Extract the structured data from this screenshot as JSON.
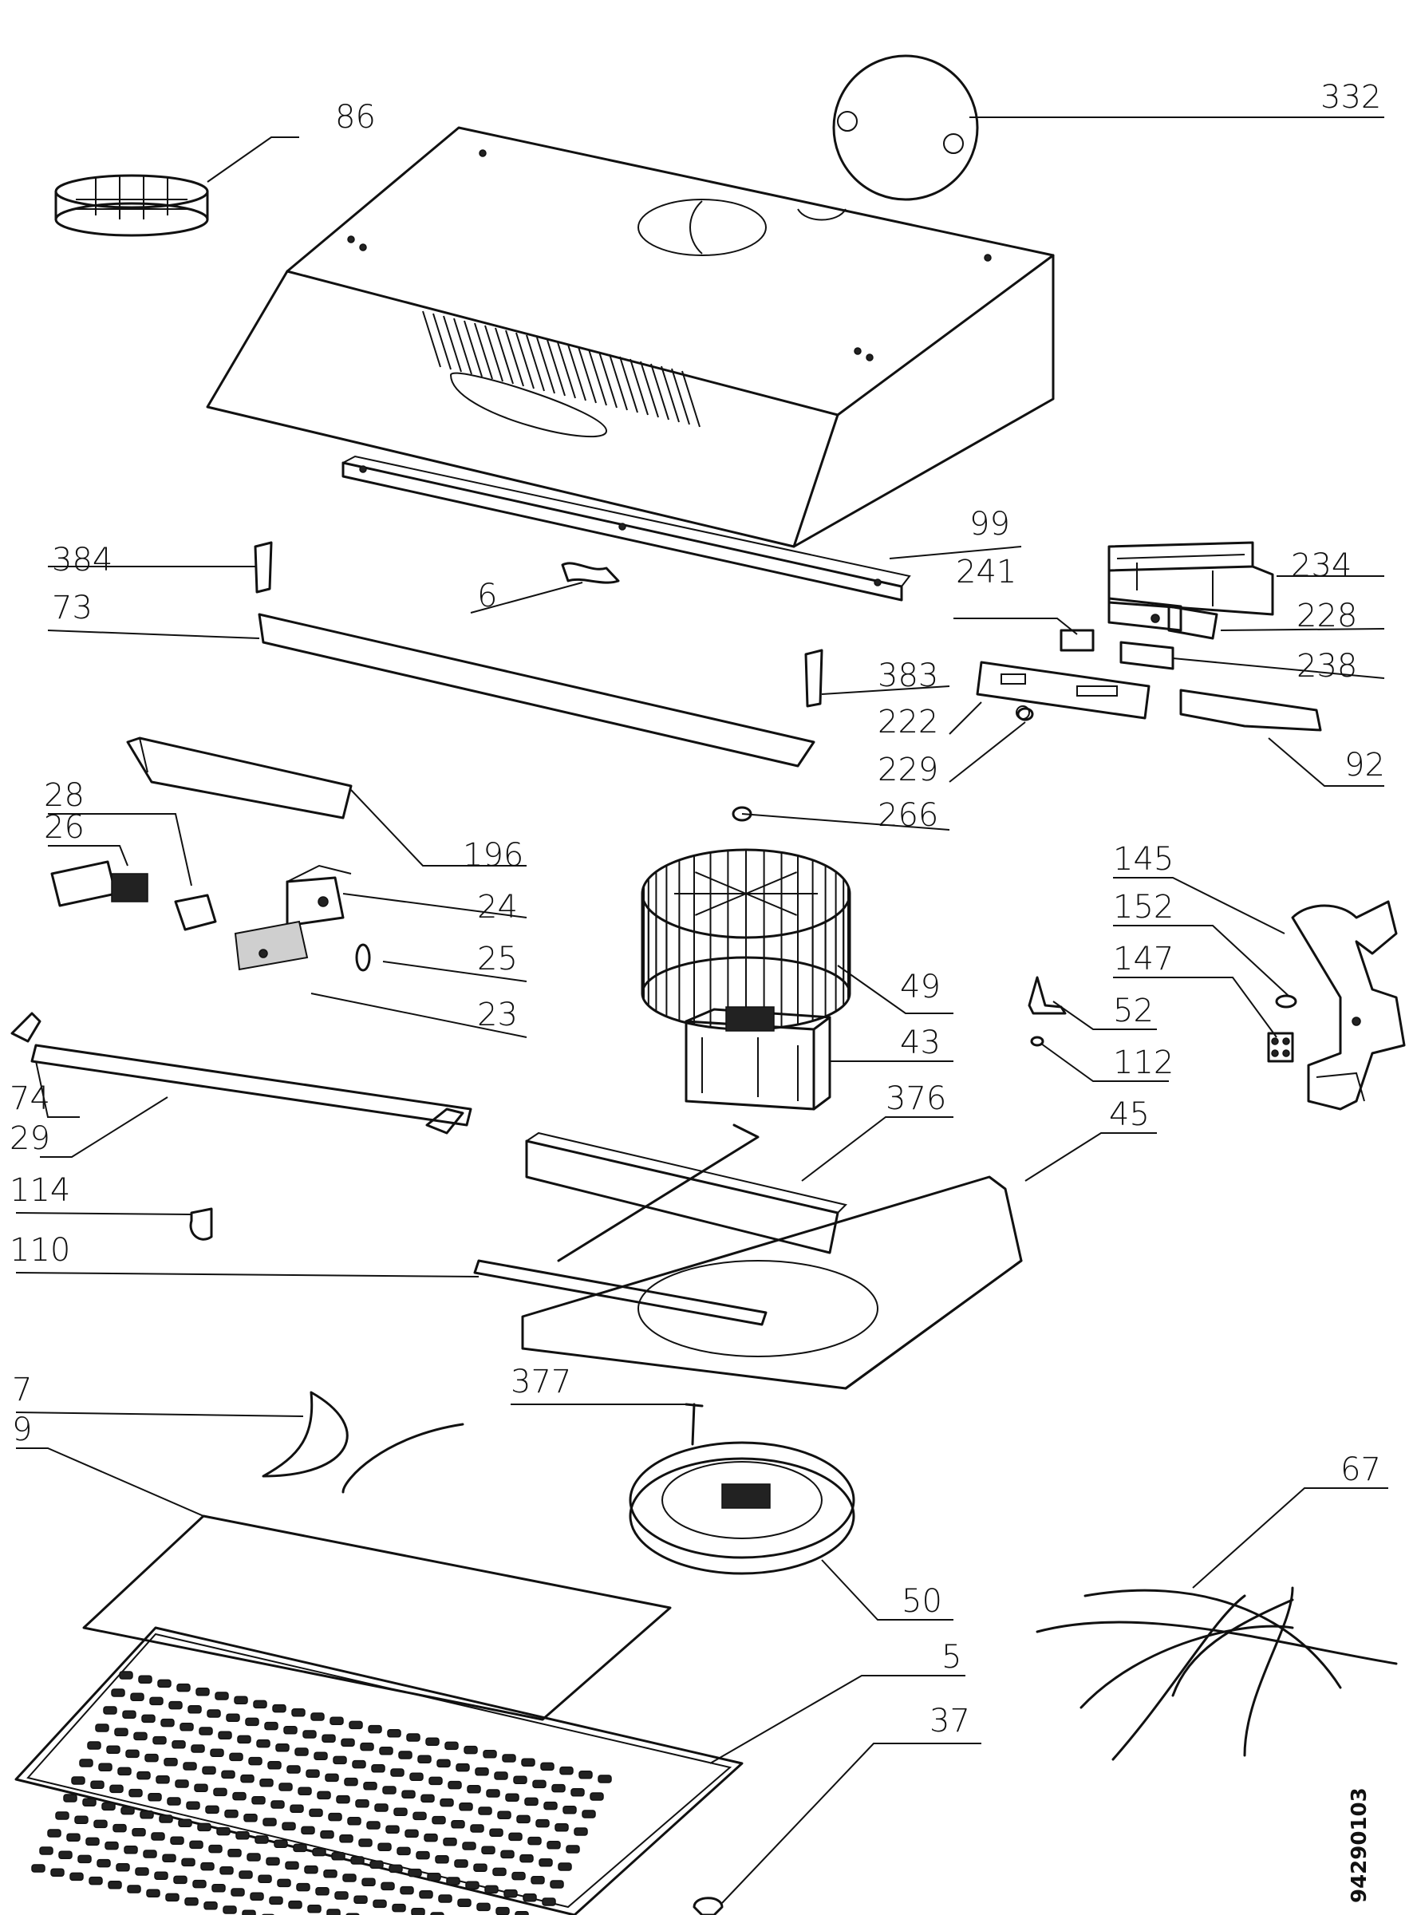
{
  "diagram": {
    "drawing_number": "94290103",
    "labels": [
      "332",
      "86",
      "99",
      "384",
      "6",
      "73",
      "241",
      "234",
      "228",
      "238",
      "383",
      "222",
      "229",
      "92",
      "28",
      "26",
      "266",
      "196",
      "24",
      "25",
      "23",
      "145",
      "152",
      "147",
      "49",
      "52",
      "43",
      "112",
      "74",
      "29",
      "376",
      "45",
      "114",
      "110",
      "7",
      "377",
      "9",
      "67",
      "50",
      "5",
      "37"
    ]
  }
}
